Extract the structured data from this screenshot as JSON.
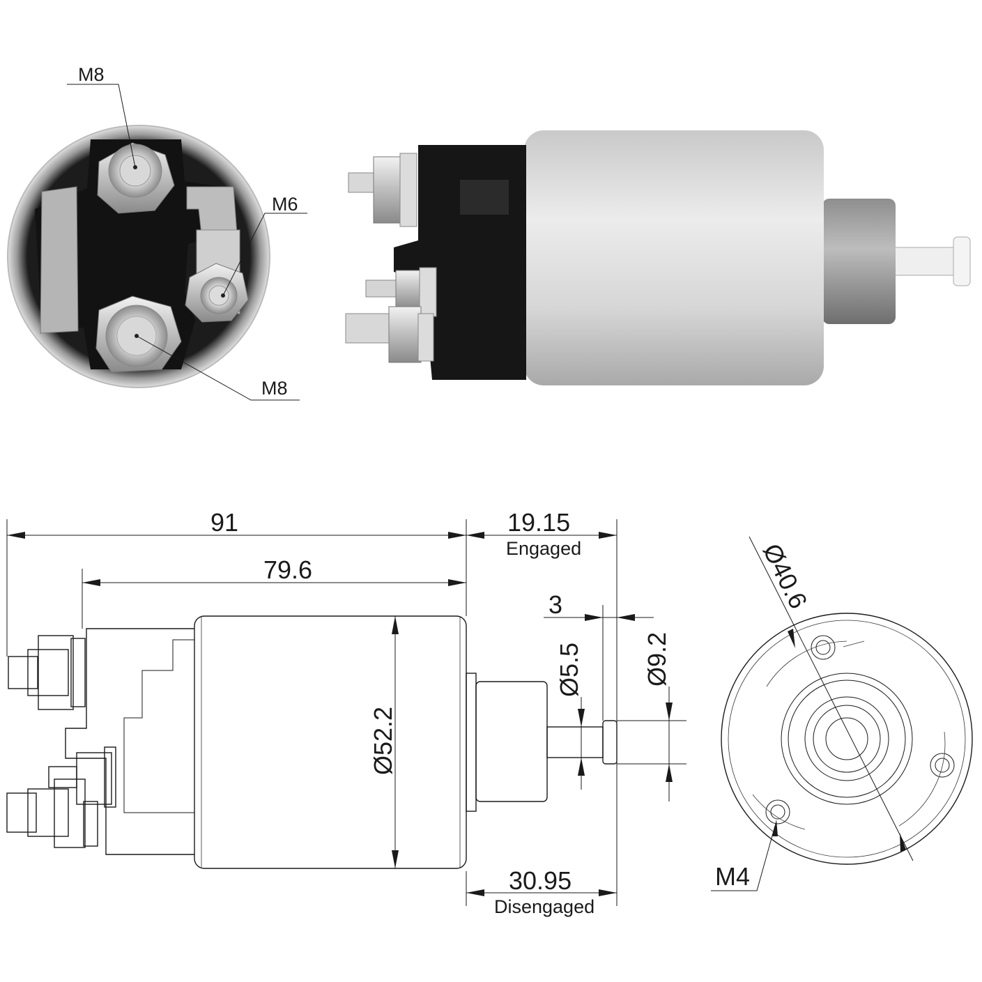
{
  "photo_labels": {
    "top_terminal": "M8",
    "small_terminal": "M6",
    "bottom_terminal": "M8"
  },
  "dimensions": {
    "overall_length": "91",
    "body_length": "79.6",
    "engaged_value": "19.15",
    "engaged_label": "Engaged",
    "disengaged_value": "30.95",
    "disengaged_label": "Disengaged",
    "plunger_tip": "3",
    "body_diameter": "Ø52.2",
    "shaft_diameter": "Ø5.5",
    "tip_diameter": "Ø9.2",
    "bolt_circle": "Ø40.6",
    "mount_thread": "M4"
  }
}
